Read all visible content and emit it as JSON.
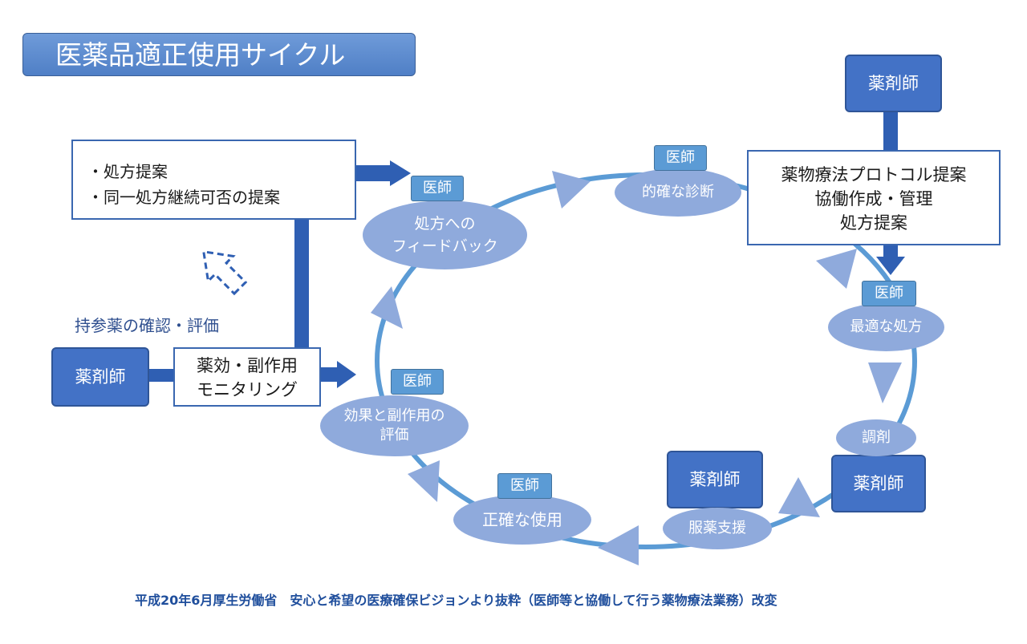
{
  "title": "医薬品適正使用サイクル",
  "proposal": {
    "item1": "・処方提案",
    "item2": "・同一処方継続可否の提案"
  },
  "protocol": {
    "line1": "薬物療法プロトコル提案",
    "line2": "協働作成・管理",
    "line3": "処方提案"
  },
  "monitoring": {
    "line1": "薬効・副作用",
    "line2": "モニタリング"
  },
  "pharmacist_label": "薬剤師",
  "doctor_label": "医師",
  "brought_medicine": "持参薬の確認・評価",
  "cycle": {
    "diagnosis": "的確な診断",
    "optimal_prescription": "最適な処方",
    "dispensing": "調剤",
    "medication_support": "服薬支援",
    "correct_use": "正確な使用",
    "evaluation_line1": "効果と副作用の",
    "evaluation_line2": "評価",
    "feedback_line1": "処方への",
    "feedback_line2": "フィードバック"
  },
  "footer": "平成20年6月厚生労働省　安心と希望の医療確保ビジョンより抜粋（医師等と協働して行う薬物療法業務）改変",
  "colors": {
    "dark_blue": "#2f5fb3",
    "pharmacist_fill": "#4372c6",
    "ellipse_fill": "#8faadc",
    "cycle_line": "#5b9bd5",
    "doctor_tag": "#5b9bd5",
    "title_fill": "#5b8fd6"
  }
}
